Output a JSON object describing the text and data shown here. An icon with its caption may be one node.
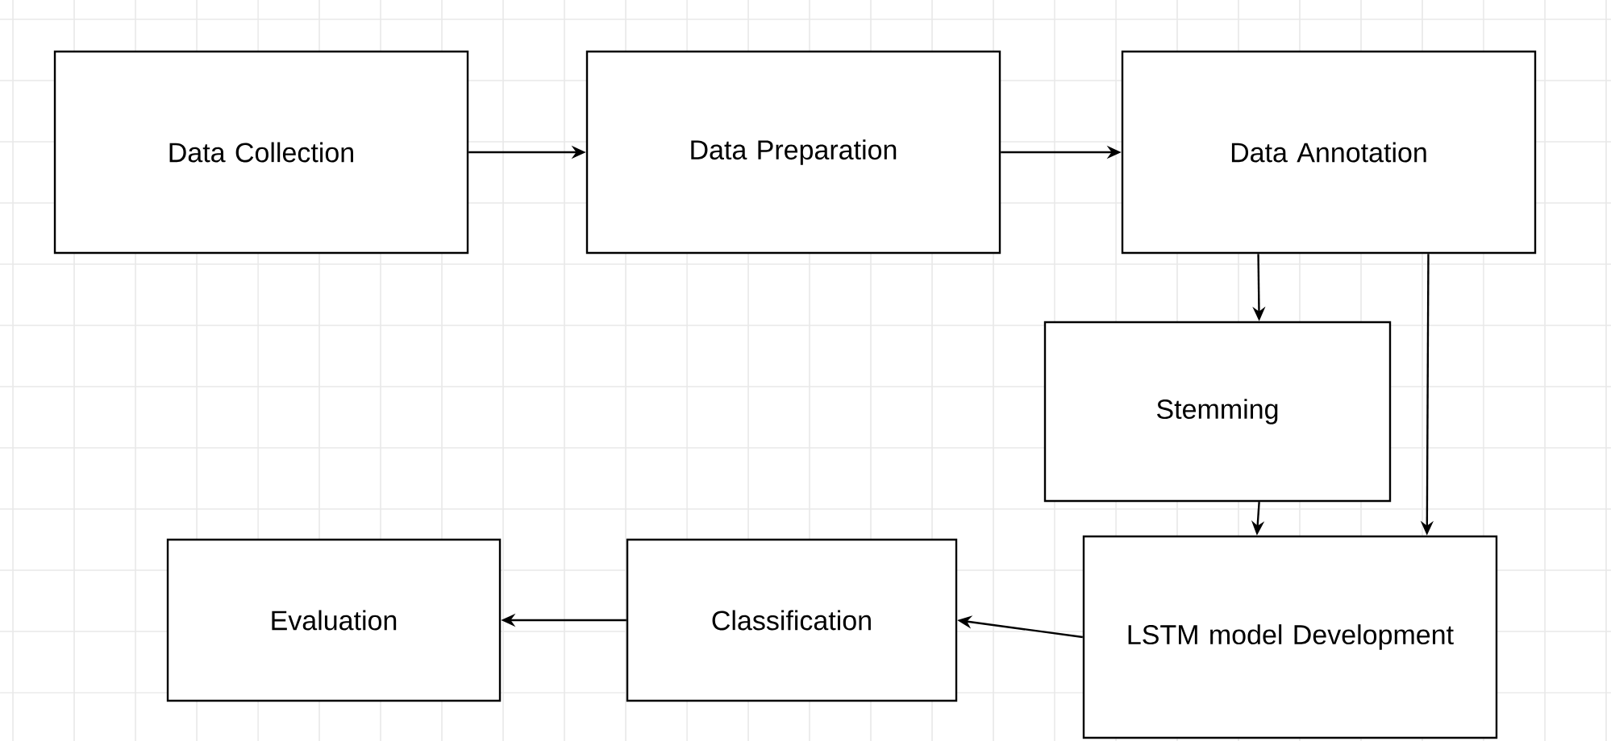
{
  "diagram": {
    "nodes": [
      {
        "text": [
          "Data Collection"
        ]
      },
      {
        "text": [
          "Data Preparation"
        ]
      },
      {
        "text": [
          "Data Annotation"
        ]
      },
      {
        "text": [
          "Stemming"
        ]
      },
      {
        "text": [
          "LSTM model Development"
        ]
      },
      {
        "text": [
          "Classification"
        ]
      },
      {
        "text": [
          "Evaluation"
        ]
      }
    ],
    "edges": [
      {
        "from": 0,
        "to": 1,
        "arrow": "to"
      },
      {
        "from": 1,
        "to": 2,
        "arrow": "to"
      },
      {
        "from": 2,
        "to": 3,
        "arrow": "to"
      },
      {
        "from": 2,
        "to": 4,
        "arrow": "to"
      },
      {
        "from": 3,
        "to": 4,
        "arrow": "to"
      },
      {
        "from": 4,
        "to": 5,
        "arrow": "to"
      },
      {
        "from": 5,
        "to": 6,
        "arrow": "to"
      }
    ]
  }
}
